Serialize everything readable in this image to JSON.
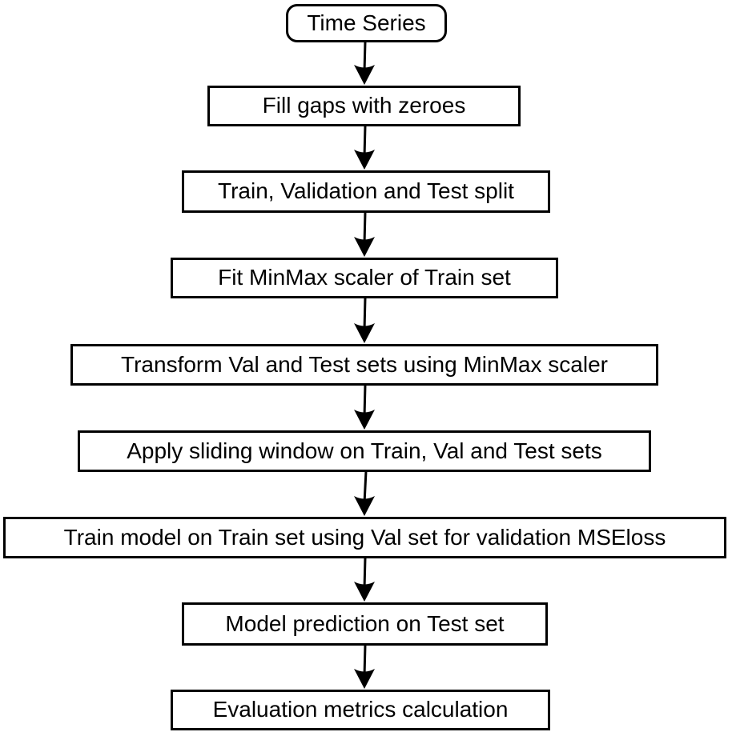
{
  "diagram": {
    "type": "flowchart",
    "background_color": "#ffffff",
    "node_border_color": "#000000",
    "node_fill_color": "#ffffff",
    "text_color": "#000000",
    "arrow_color": "#000000",
    "nodes": [
      {
        "id": "time-series",
        "label": "Time Series",
        "shape": "rounded-rect"
      },
      {
        "id": "fill-gaps",
        "label": "Fill gaps with zeroes",
        "shape": "rect"
      },
      {
        "id": "split",
        "label": "Train, Validation and Test split",
        "shape": "rect"
      },
      {
        "id": "fit-scaler",
        "label": "Fit MinMax scaler of Train set",
        "shape": "rect"
      },
      {
        "id": "transform-sets",
        "label": "Transform Val and Test sets using MinMax scaler",
        "shape": "rect"
      },
      {
        "id": "sliding-window",
        "label": "Apply sliding window on Train, Val and Test sets",
        "shape": "rect"
      },
      {
        "id": "train-model",
        "label": "Train model on Train set using Val set for validation MSEloss",
        "shape": "rect"
      },
      {
        "id": "predict",
        "label": "Model prediction on Test set",
        "shape": "rect"
      },
      {
        "id": "evaluate",
        "label": "Evaluation metrics calculation",
        "shape": "rect"
      }
    ],
    "edges": [
      {
        "from": "time-series",
        "to": "fill-gaps"
      },
      {
        "from": "fill-gaps",
        "to": "split"
      },
      {
        "from": "split",
        "to": "fit-scaler"
      },
      {
        "from": "fit-scaler",
        "to": "transform-sets"
      },
      {
        "from": "transform-sets",
        "to": "sliding-window"
      },
      {
        "from": "sliding-window",
        "to": "train-model"
      },
      {
        "from": "train-model",
        "to": "predict"
      },
      {
        "from": "predict",
        "to": "evaluate"
      }
    ]
  }
}
